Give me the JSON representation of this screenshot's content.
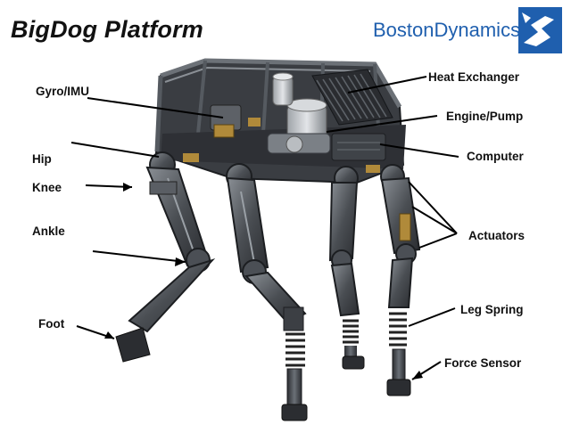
{
  "title": "BigDog Platform",
  "brand": {
    "name_part1": "Boston",
    "name_part2": "Dynamics",
    "logo": "boston-dynamics-logo"
  },
  "colors": {
    "brand_blue": "#1f5fae",
    "label_text": "#111111",
    "leader_line": "#000000"
  },
  "labels": {
    "gyro": "Gyro/IMU",
    "hip": "Hip",
    "knee": "Knee",
    "ankle": "Ankle",
    "foot": "Foot",
    "heat_exchanger": "Heat Exchanger",
    "engine_pump": "Engine/Pump",
    "computer": "Computer",
    "actuators": "Actuators",
    "leg_spring": "Leg Spring",
    "force_sensor": "Force Sensor"
  }
}
